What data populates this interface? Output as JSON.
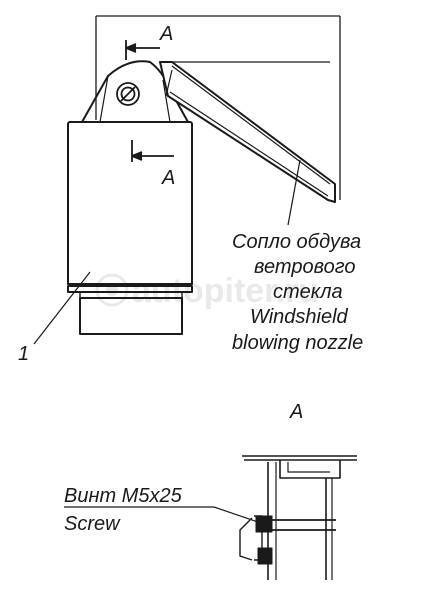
{
  "labels": {
    "section_letter_top": "A",
    "section_letter_bottom": "A",
    "section_view_title": "A",
    "nozzle_ru_1": "Сопло обдува",
    "nozzle_ru_2": "ветрового",
    "nozzle_ru_3": "стекла",
    "nozzle_en_1": "Windshield",
    "nozzle_en_2": "blowing nozzle",
    "part_number": "1",
    "screw_ru": "Винт М5х25",
    "screw_en": "Screw"
  },
  "watermark": {
    "text": "autopiter.ru"
  },
  "colors": {
    "ink": "#1a1a1a",
    "watermark": "#d8d8d8"
  }
}
